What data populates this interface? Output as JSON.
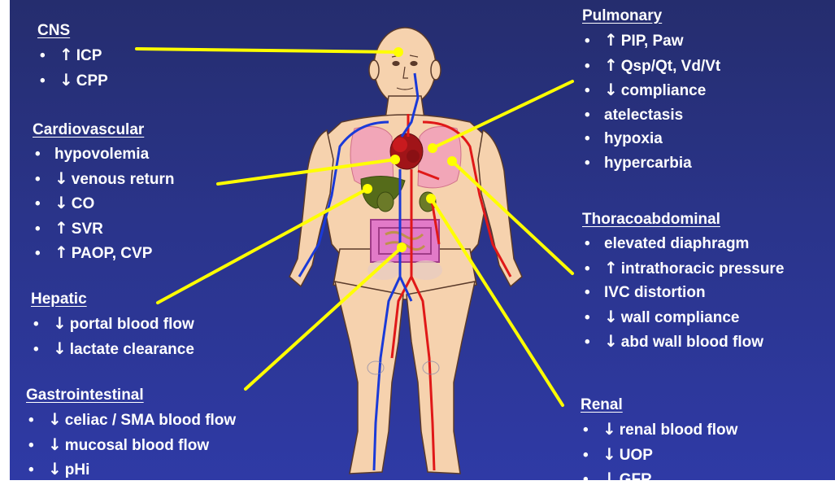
{
  "groups": {
    "cns": {
      "title": "CNS",
      "items": [
        {
          "arrow": "↑",
          "text": "ICP"
        },
        {
          "arrow": "↓",
          "text": "CPP"
        }
      ]
    },
    "cardiovascular": {
      "title": "Cardiovascular",
      "items": [
        {
          "arrow": "",
          "text": "hypovolemia"
        },
        {
          "arrow": "↓",
          "text": "venous return"
        },
        {
          "arrow": "↓",
          "text": "CO"
        },
        {
          "arrow": "↑",
          "text": "SVR"
        },
        {
          "arrow": "↑",
          "text": "PAOP, CVP"
        }
      ]
    },
    "hepatic": {
      "title": "Hepatic",
      "items": [
        {
          "arrow": "↓",
          "text": "portal blood flow"
        },
        {
          "arrow": "↓",
          "text": "lactate clearance"
        }
      ]
    },
    "gastrointestinal": {
      "title": "Gastrointestinal",
      "items": [
        {
          "arrow": "↓",
          "text": "celiac / SMA blood flow"
        },
        {
          "arrow": "↓",
          "text": "mucosal blood flow"
        },
        {
          "arrow": "↓",
          "text": "pHi"
        }
      ]
    },
    "pulmonary": {
      "title": "Pulmonary",
      "items": [
        {
          "arrow": "↑",
          "text": "PIP, Paw"
        },
        {
          "arrow": "↑",
          "text": "Qsp/Qt, Vd/Vt"
        },
        {
          "arrow": "↓",
          "text": "compliance"
        },
        {
          "arrow": "",
          "text": "atelectasis"
        },
        {
          "arrow": "",
          "text": "hypoxia"
        },
        {
          "arrow": "",
          "text": "hypercarbia"
        }
      ]
    },
    "thoracoabdominal": {
      "title": "Thoracoabdominal",
      "items": [
        {
          "arrow": "",
          "text": "elevated diaphragm"
        },
        {
          "arrow": "↑",
          "text": "intrathoracic pressure"
        },
        {
          "arrow": "",
          "text": "IVC distortion"
        },
        {
          "arrow": "↓",
          "text": "wall compliance"
        },
        {
          "arrow": "↓",
          "text": "abd wall blood flow"
        }
      ]
    },
    "renal": {
      "title": "Renal",
      "items": [
        {
          "arrow": "↓",
          "text": "renal blood flow"
        },
        {
          "arrow": "↓",
          "text": "UOP"
        },
        {
          "arrow": "↓",
          "text": "GFR"
        }
      ]
    }
  },
  "colors": {
    "background": "#2a348a",
    "text": "#ffffff",
    "connector": "#ffff00",
    "skin": "#f7d6b4",
    "artery": "#e01818",
    "vein": "#1a3ad8"
  }
}
